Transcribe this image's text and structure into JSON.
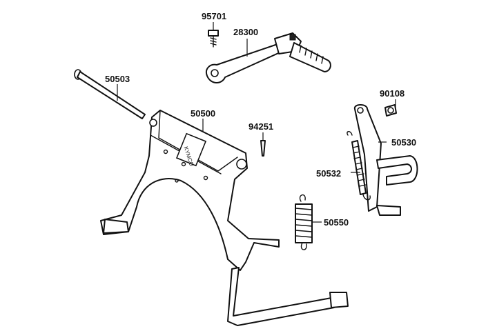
{
  "parts": [
    {
      "id": "p95701",
      "number": "95701"
    },
    {
      "id": "p28300",
      "number": "28300"
    },
    {
      "id": "p50503",
      "number": "50503"
    },
    {
      "id": "p90108",
      "number": "90108"
    },
    {
      "id": "p50500",
      "number": "50500"
    },
    {
      "id": "p94251",
      "number": "94251"
    },
    {
      "id": "p50530",
      "number": "50530"
    },
    {
      "id": "p50532",
      "number": "50532"
    },
    {
      "id": "p50550",
      "number": "50550"
    }
  ],
  "stand_marking": {
    "brand": "KYMCO"
  }
}
